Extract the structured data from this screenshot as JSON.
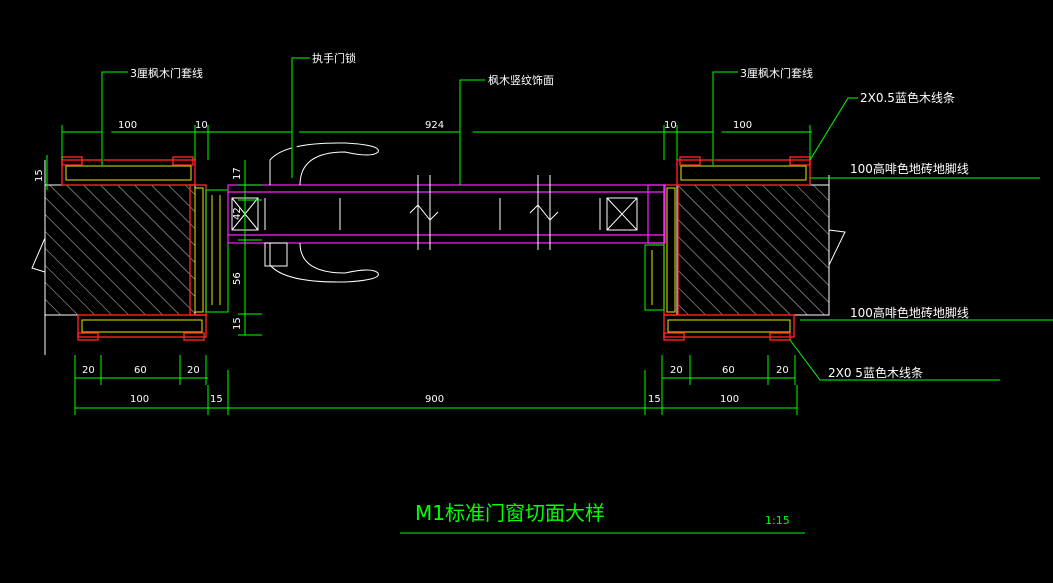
{
  "drawing": {
    "title": "M1标准门窗切面大样",
    "scale": "1:15"
  },
  "labels": {
    "trim_left": "3厘枫木门套线",
    "handle_lock": "执手门锁",
    "veneer": "枫木竖纹饰面",
    "trim_right": "3厘枫木门套线",
    "wood_strip_top": "2X0.5蓝色木线条",
    "skirting_top": "100高啡色地砖地脚线",
    "skirting_bottom": "100高啡色地砖地脚线",
    "wood_strip_bottom": "2X0 5蓝色木线条"
  },
  "dimensions": {
    "top": [
      "100",
      "10",
      "924",
      "10",
      "100"
    ],
    "left_vertical": [
      "15",
      "17",
      "42",
      "56",
      "15"
    ],
    "bottom_row1_left": [
      "20",
      "60",
      "20"
    ],
    "bottom_row1_right": [
      "20",
      "60",
      "20"
    ],
    "bottom_row2": [
      "100",
      "15",
      "900",
      "15",
      "100"
    ]
  },
  "colors": {
    "background": "#000000",
    "dimension": "#00ff00",
    "frame": "#ff2020",
    "door_leaf": "#ff20ff",
    "wall": "#ffffff",
    "infill": "#e8e800"
  }
}
